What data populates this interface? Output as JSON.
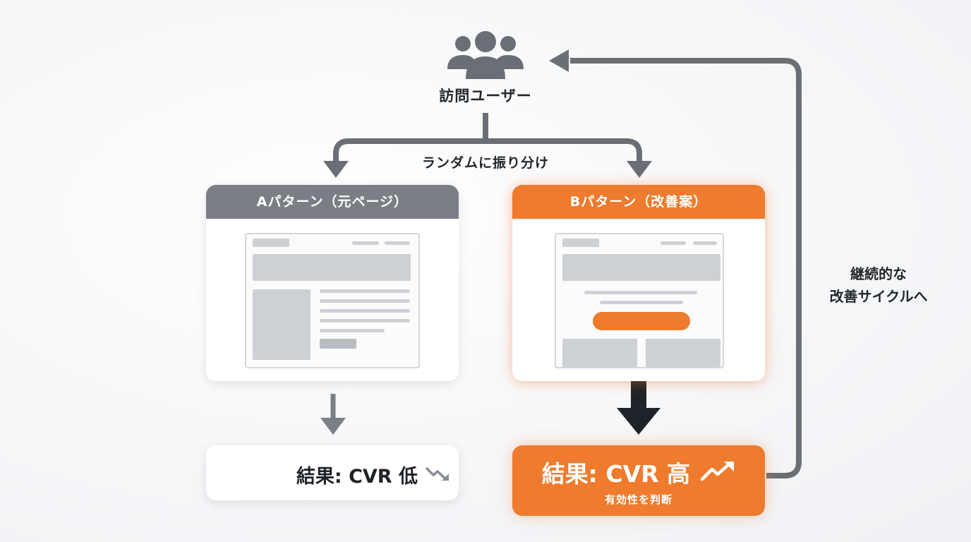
{
  "users": {
    "icon": "users-group-icon",
    "label": "訪問ユーザー"
  },
  "split_label": "ランダムに振り分け",
  "pattern_a": {
    "header": "Aパターン（元ページ）",
    "mockup": "original-page-wireframe",
    "result_label": "結果: CVR 低",
    "trend_icon": "trend-down-icon",
    "color": "#7b7f85"
  },
  "pattern_b": {
    "header": "Bパターン（改善案）",
    "mockup": "improved-page-wireframe",
    "result_label": "結果: CVR 高",
    "result_sub": "有効性を判断",
    "trend_icon": "trend-up-icon",
    "color": "#ee7b2e"
  },
  "cycle_label": {
    "line1": "継続的な",
    "line2": "改善サイクルへ"
  },
  "colors": {
    "accent": "#ee7b2e",
    "connector": "#6b6f75",
    "dark_arrow": "#1f2329"
  }
}
